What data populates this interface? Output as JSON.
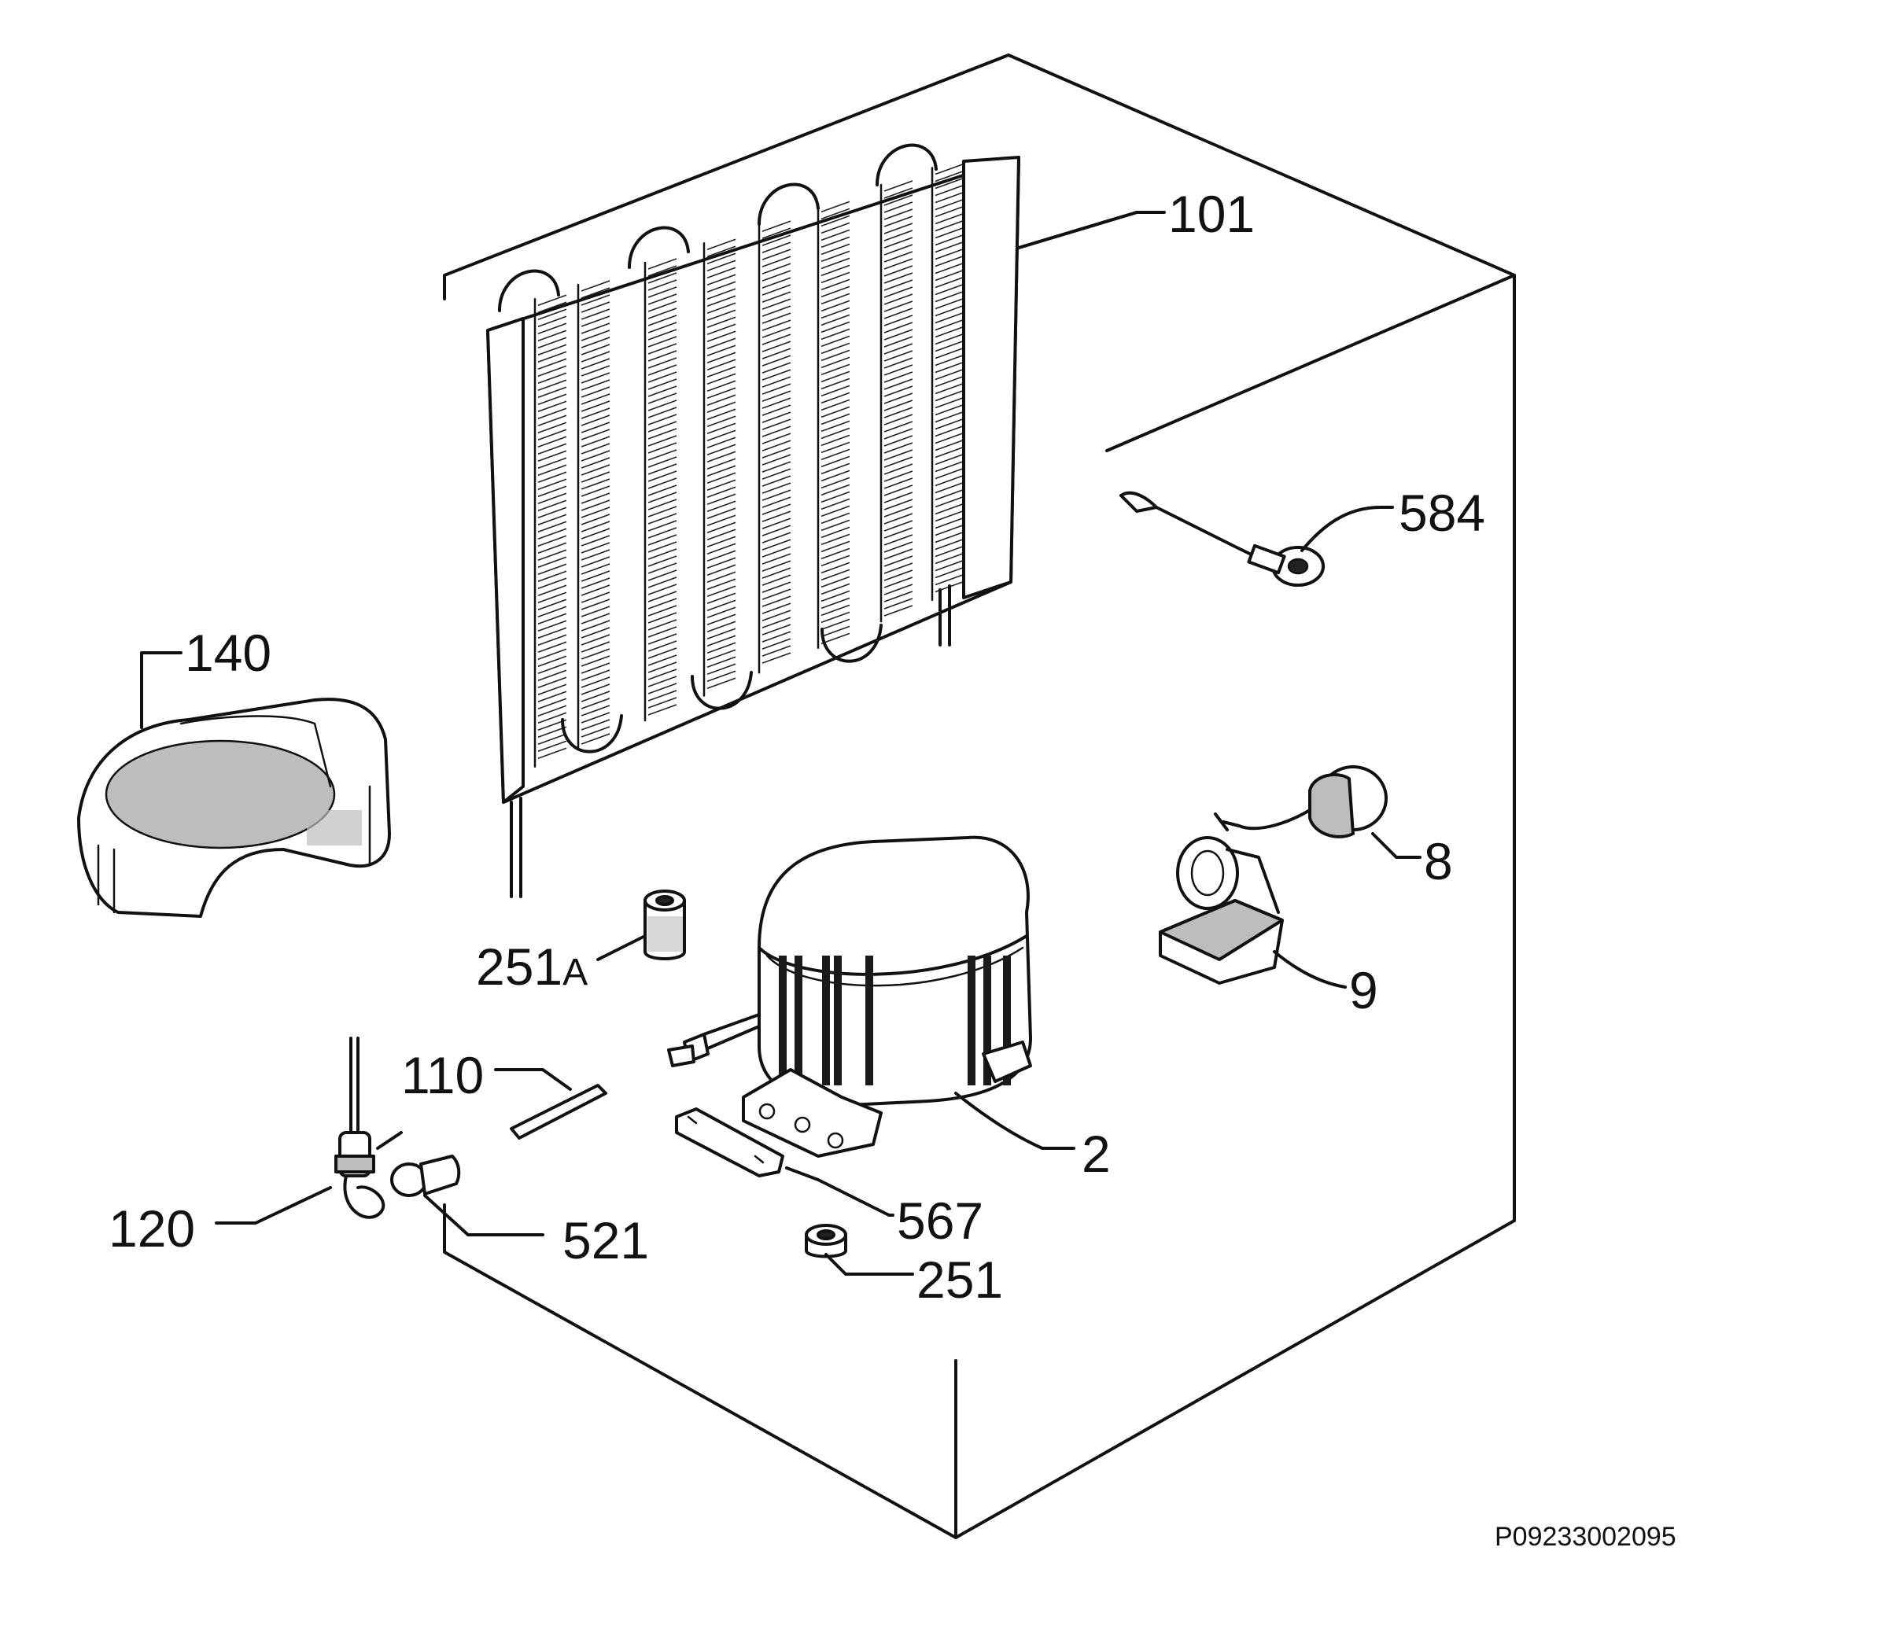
{
  "labels": {
    "p101": "101",
    "p584": "584",
    "p140": "140",
    "p8": "8",
    "p251a_num": "251",
    "p251a_suffix": "A",
    "p9": "9",
    "p110": "110",
    "p2": "2",
    "p120": "120",
    "p521": "521",
    "p567": "567",
    "p251": "251"
  },
  "drawing_code": "P09233002095"
}
